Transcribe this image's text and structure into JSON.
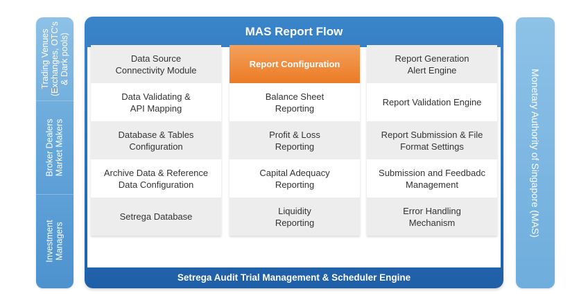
{
  "left_band": {
    "segments": [
      {
        "text": "Trading Venues\n(Exchanges, OTC's\n& Dark pools)"
      },
      {
        "text": "Broker Dealers\nMarket Makers"
      },
      {
        "text": "Investment\nManagers"
      }
    ]
  },
  "main": {
    "title": "MAS Report Flow",
    "footer": "Setrega Audit Trial Management & Scheduler Engine",
    "columns": [
      {
        "items": [
          "Data Source\nConnectivity Module",
          "Data Validating &\nAPI Mapping",
          "Database & Tables\nConfiguration",
          "Archive Data & Reference\nData Configuration",
          "Setrega Database"
        ]
      },
      {
        "items": [
          "Report Configuration",
          "Balance Sheet\nReporting",
          "Profit & Loss\nReporting",
          "Capital Adequacy\nReporting",
          "Liquidity\nReporting"
        ]
      },
      {
        "items": [
          "Report Generation\nAlert Engine",
          "Report Validation Engine",
          "Report Submission & File\nFormat Settings",
          "Submission and Feedbadc\nManagement",
          "Error Handling\nMechanism"
        ]
      }
    ]
  },
  "right_band": {
    "text": "Monetary Authority of Singapore (MAS)"
  },
  "colors": {
    "highlight": "#ec7b26",
    "frame": "#2a6fb8",
    "band": "#7db6e1"
  }
}
